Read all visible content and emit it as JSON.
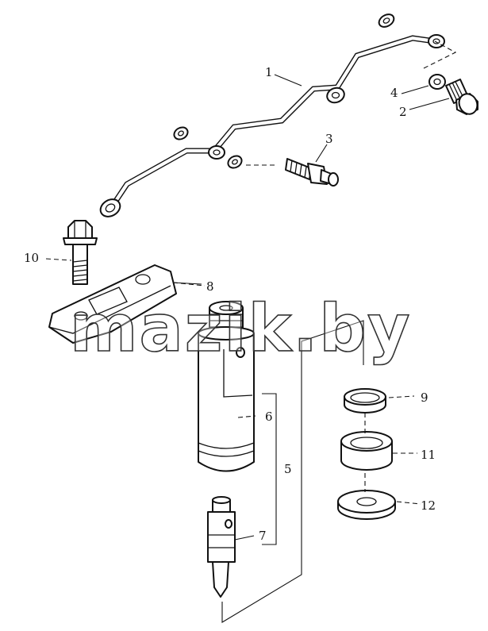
{
  "callouts": {
    "c1": "1",
    "c2": "2",
    "c3": "3",
    "c4": "4",
    "c5": "5",
    "c6": "6",
    "c7": "7",
    "c8": "8",
    "c9": "9",
    "c10": "10",
    "c11": "11",
    "c12": "12"
  },
  "watermark": "mazik.by",
  "colors": {
    "line": "#111111",
    "background": "#ffffff"
  }
}
